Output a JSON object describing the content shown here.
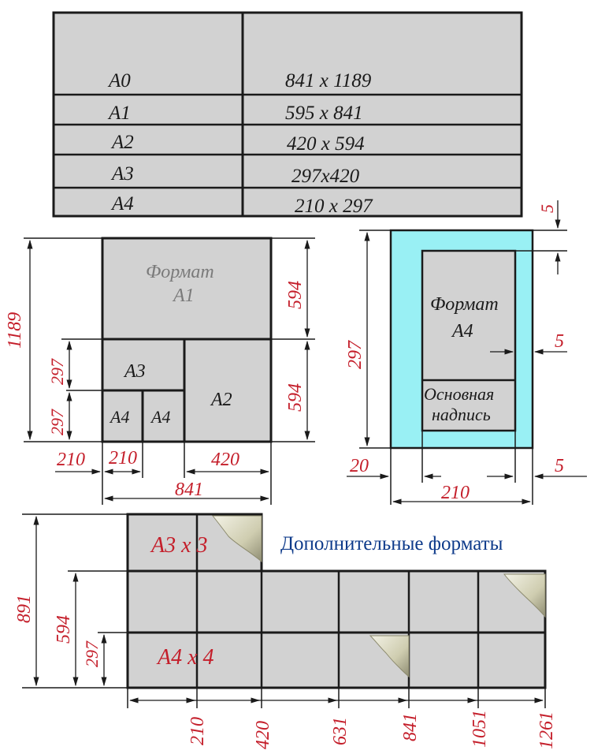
{
  "formats_table": {
    "rows": [
      {
        "name": "A0",
        "size": "841 x 1189"
      },
      {
        "name": "A1",
        "size": "595 x 841"
      },
      {
        "name": "A2",
        "size": "420 x 594"
      },
      {
        "name": "A3",
        "size": "297x420"
      },
      {
        "name": "A4",
        "size": "210 x 297"
      }
    ]
  },
  "a0_layout": {
    "a1_line1": "Формат",
    "a1_line2": "A1",
    "a2": "A2",
    "a3": "A3",
    "a4_left": "A4",
    "a4_right": "A4",
    "dim_1189": "1189",
    "dim_594_top": "594",
    "dim_594_bottom": "594",
    "dim_297_top": "297",
    "dim_297_bottom": "297",
    "dim_210_a": "210",
    "dim_210_b": "210",
    "dim_420": "420",
    "dim_841": "841"
  },
  "a4_sheet": {
    "title_line1": "Формат",
    "title_line2": "A4",
    "stamp_line1": "Основная",
    "stamp_line2": "надпись",
    "dim_297": "297",
    "dim_5_top": "5",
    "dim_5_right": "5",
    "dim_5_bottom": "5",
    "dim_20": "20",
    "dim_210": "210",
    "colors": {
      "frame_fill": "#99f0f4"
    }
  },
  "additional_formats": {
    "title": "Дополнительные форматы",
    "label_a3x3": "A3 x 3",
    "label_a4x4": "A4 x 4",
    "dims_vertical": [
      "891",
      "594",
      "297"
    ],
    "dims_horizontal": [
      "210",
      "420",
      "631",
      "841",
      "1051",
      "1261"
    ],
    "colors": {
      "title": "#0d3a8a",
      "labels": "#c41e2a"
    }
  }
}
